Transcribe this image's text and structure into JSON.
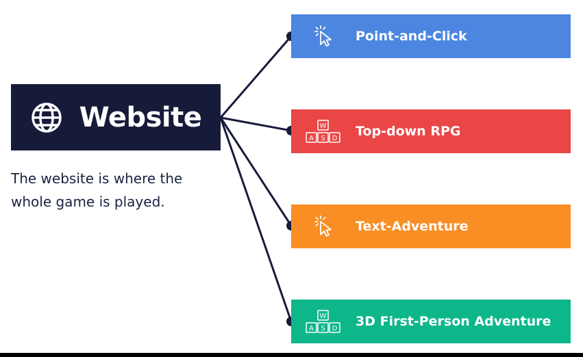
{
  "website": {
    "title": "Website",
    "icon": "globe-icon",
    "description": "The website is where the whole game is played."
  },
  "branches": [
    {
      "label": "Point-and-Click",
      "color": "#4d86e0",
      "icon": "cursor-click-icon"
    },
    {
      "label": "Top-down RPG",
      "color": "#ea4646",
      "icon": "wasd-keys-icon"
    },
    {
      "label": "Text-Adventure",
      "color": "#f98e25",
      "icon": "cursor-click-icon"
    },
    {
      "label": "3D First-Person Adventure",
      "color": "#0db78a",
      "icon": "wasd-keys-icon"
    }
  ],
  "colors": {
    "website_box": "#171b3a",
    "connector": "#171b3a",
    "text": "#1a2240"
  }
}
